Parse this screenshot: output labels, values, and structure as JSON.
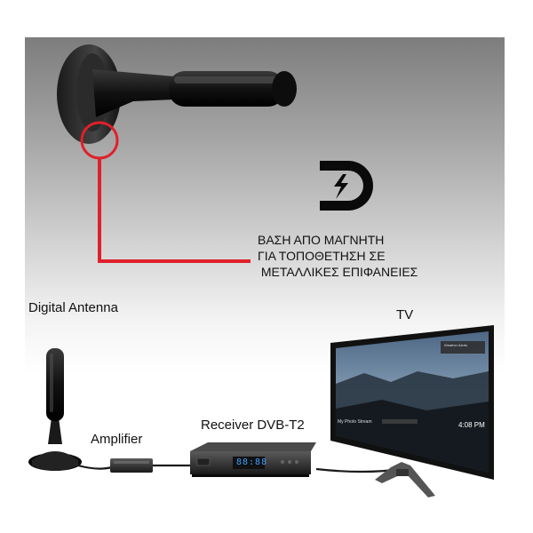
{
  "base_caption": {
    "line1": "ΒΑΣΗ ΑΠΟ ΜΑΓΝΗΤΗ",
    "line2": "ΓΙΑ ΤΟΠΟΘΕΤΗΣΗ ΣΕ",
    "line3": " ΜΕΤΑΛΛΙΚΕΣ ΕΠΙΦΑΝΕΙΕΣ"
  },
  "labels": {
    "digital_antenna": "Digital Antenna",
    "amplifier": "Amplifier",
    "receiver": "Receiver DVB-T2",
    "tv": "TV"
  },
  "receiver_display": "88:88",
  "tv_screen": {
    "time": "4:08 PM",
    "notification_title": "Weather Alerts",
    "tile_text": "My Photo Stream"
  },
  "colors": {
    "highlight": "#e0202a",
    "accent_blue": "#1a4fd6"
  }
}
